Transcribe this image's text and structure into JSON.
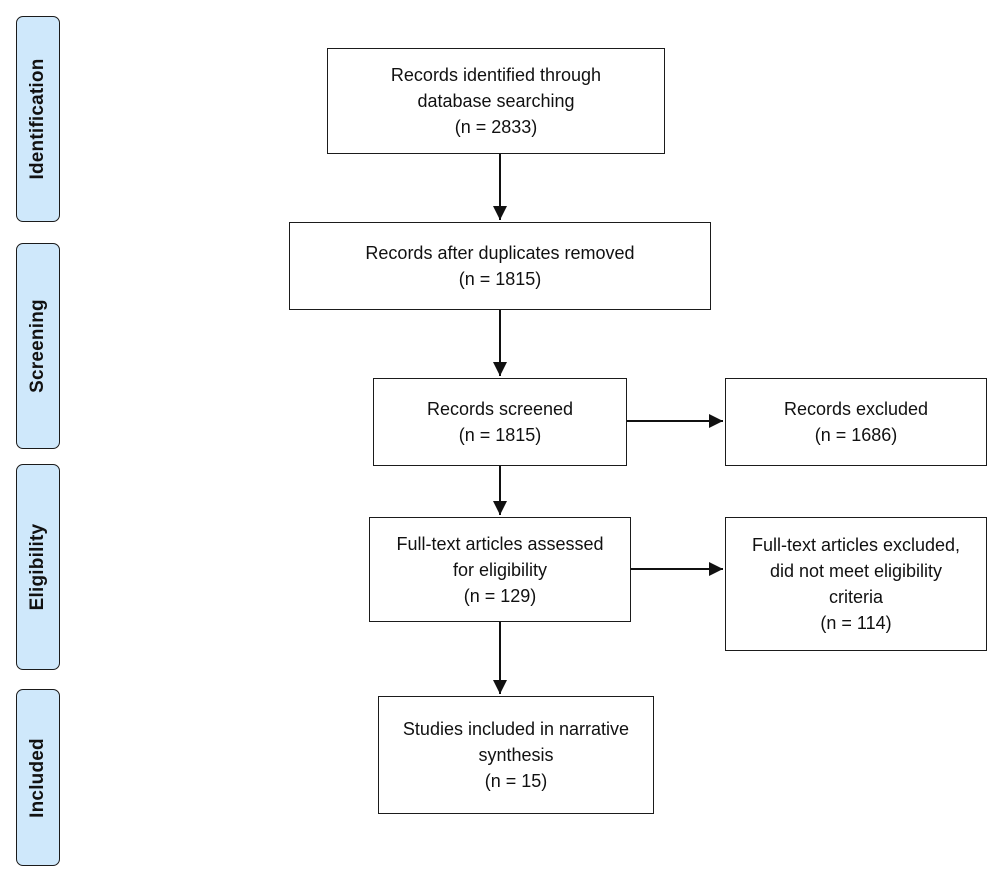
{
  "stages": [
    {
      "id": "identification",
      "label": "Identification"
    },
    {
      "id": "screening",
      "label": "Screening"
    },
    {
      "id": "eligibility",
      "label": "Eligibility"
    },
    {
      "id": "included",
      "label": "Included"
    }
  ],
  "boxes": {
    "identified": {
      "lines": [
        "Records identified through",
        "database searching",
        "(n = 2833)"
      ]
    },
    "deduplicated": {
      "lines": [
        "Records after duplicates removed",
        "(n = 1815)"
      ]
    },
    "screened": {
      "lines": [
        "Records screened",
        "(n = 1815)"
      ]
    },
    "excluded": {
      "lines": [
        "Records excluded",
        "(n = 1686)"
      ]
    },
    "fulltext": {
      "lines": [
        "Full-text articles assessed",
        "for eligibility",
        "(n = 129)"
      ]
    },
    "fulltext_excluded": {
      "lines": [
        "Full-text articles excluded,",
        "did not meet eligibility",
        "criteria",
        "(n = 114)"
      ]
    },
    "included": {
      "lines": [
        "Studies included in narrative",
        "synthesis",
        "(n = 15)"
      ]
    }
  }
}
